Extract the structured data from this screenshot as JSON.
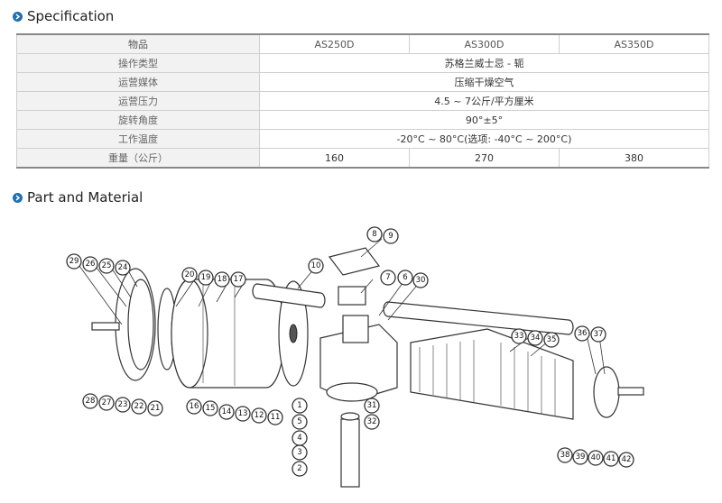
{
  "spec": {
    "title": "Specification",
    "headers": [
      "物品",
      "AS250D",
      "AS300D",
      "AS350D"
    ],
    "rows": [
      {
        "label": "操作类型",
        "value": "苏格兰威士忌 - 轭"
      },
      {
        "label": "运营媒体",
        "value": "压缩干燥空气"
      },
      {
        "label": "运营压力",
        "value": "4.5 ~ 7公斤/平方厘米"
      },
      {
        "label": "旋转角度",
        "value": "90°±5°"
      },
      {
        "label": "工作温度",
        "value": "-20°C ~ 80°C(选项: -40°C ~ 200°C)"
      }
    ],
    "weight": {
      "label": "重量（公斤）",
      "values": [
        "160",
        "270",
        "380"
      ]
    }
  },
  "parts": {
    "title": "Part and Material",
    "callouts": [
      "1",
      "2",
      "3",
      "4",
      "5",
      "6",
      "7",
      "8",
      "9",
      "10",
      "11",
      "12",
      "13",
      "14",
      "15",
      "16",
      "17",
      "18",
      "19",
      "20",
      "21",
      "22",
      "23",
      "24",
      "25",
      "26",
      "27",
      "28",
      "29",
      "30",
      "31",
      "32",
      "33",
      "34",
      "35",
      "36",
      "37",
      "38",
      "39",
      "40",
      "41",
      "42"
    ]
  },
  "colors": {
    "bullet": "#1f6fb2",
    "table_label_bg": "#f2f2f2",
    "border": "#cfcfcf"
  }
}
